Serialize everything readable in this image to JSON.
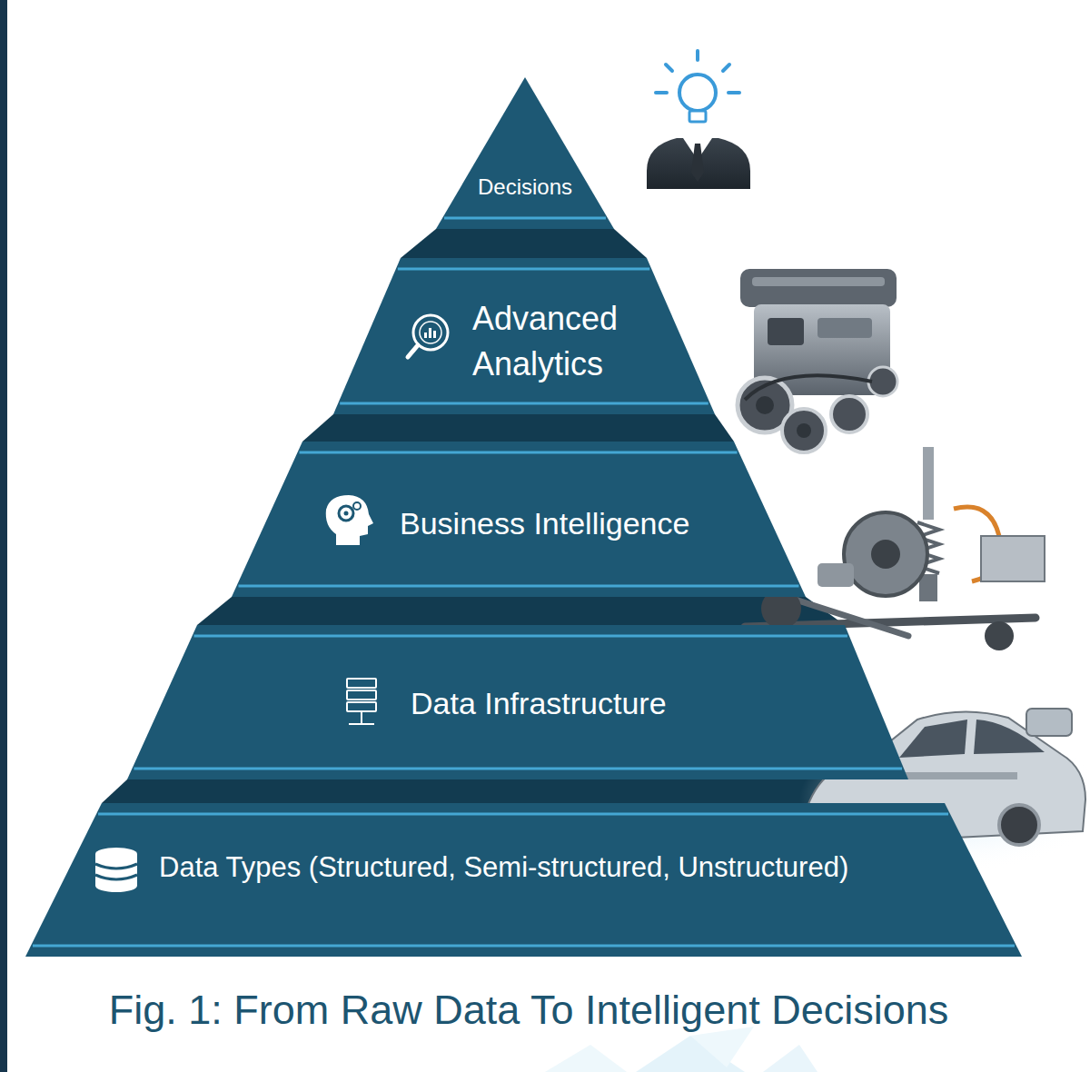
{
  "diagram": {
    "caption": "Fig. 1: From Raw Data To Intelligent Decisions",
    "nodes": [
      {
        "text": [
          "Decisions"
        ]
      },
      {
        "text": [
          "Advanced Analytics"
        ]
      },
      {
        "text": [
          "Business Intelligence"
        ]
      },
      {
        "text": [
          "Data Infrastructure"
        ]
      },
      {
        "text": [
          "Data Types (Structured, Semi-structured, Unstructured)"
        ]
      }
    ]
  }
}
